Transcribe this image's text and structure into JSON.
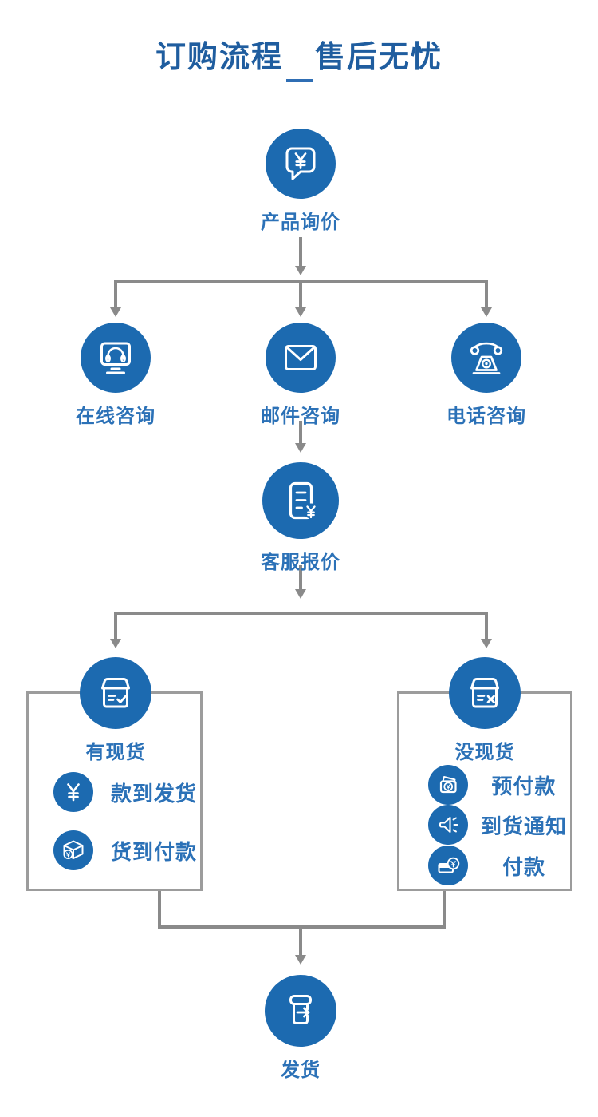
{
  "title": "订购流程　售后无忧",
  "colors": {
    "node_blue": "#1c6ab0",
    "label_blue": "#2b71b7",
    "title_blue": "#1f5d9f",
    "connector_gray": "#8a8a8a",
    "box_border_gray": "#9c9c9c"
  },
  "flow": {
    "start": {
      "label": "产品询价",
      "icon": "speech-bubble-yuan-icon"
    },
    "contact_options": [
      {
        "label": "在线咨询",
        "icon": "monitor-headset-icon"
      },
      {
        "label": "邮件咨询",
        "icon": "envelope-icon"
      },
      {
        "label": "电话咨询",
        "icon": "telephone-icon"
      }
    ],
    "quote": {
      "label": "客服报价",
      "icon": "document-yuan-icon"
    },
    "branches": [
      {
        "label": "有现货",
        "icon": "box-check-icon",
        "items": [
          {
            "label": "款到发货",
            "icon": "yuan-icon"
          },
          {
            "label": "货到付款",
            "icon": "package-coin-icon"
          }
        ]
      },
      {
        "label": "没现货",
        "icon": "box-cross-icon",
        "items": [
          {
            "label": "预付款",
            "icon": "wallet-yuan-icon"
          },
          {
            "label": "到货通知",
            "icon": "loudspeaker-icon"
          },
          {
            "label": "付款",
            "icon": "card-coin-icon"
          }
        ]
      }
    ],
    "end": {
      "label": "发货",
      "icon": "shipping-box-arrow-icon"
    }
  }
}
